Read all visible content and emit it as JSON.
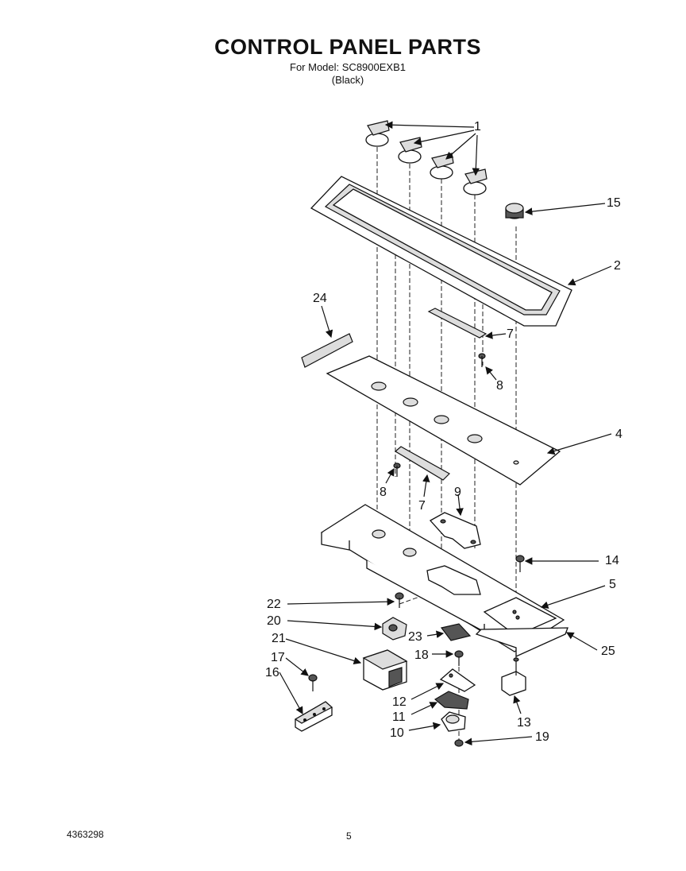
{
  "header": {
    "title": "CONTROL PANEL PARTS",
    "model_line": "For Model: SC8900EXB1",
    "color_line": "(Black)"
  },
  "footer": {
    "doc_number": "4363298",
    "page_number": "5"
  },
  "callouts": {
    "c1": "1",
    "c2": "2",
    "c4": "4",
    "c5": "5",
    "c7a": "7",
    "c7b": "7",
    "c8a": "8",
    "c8b": "8",
    "c9": "9",
    "c10": "10",
    "c11": "11",
    "c12": "12",
    "c13": "13",
    "c14": "14",
    "c15": "15",
    "c16": "16",
    "c17": "17",
    "c18": "18",
    "c19": "19",
    "c20": "20",
    "c21": "21",
    "c22": "22",
    "c23": "23",
    "c24": "24",
    "c25": "25"
  }
}
